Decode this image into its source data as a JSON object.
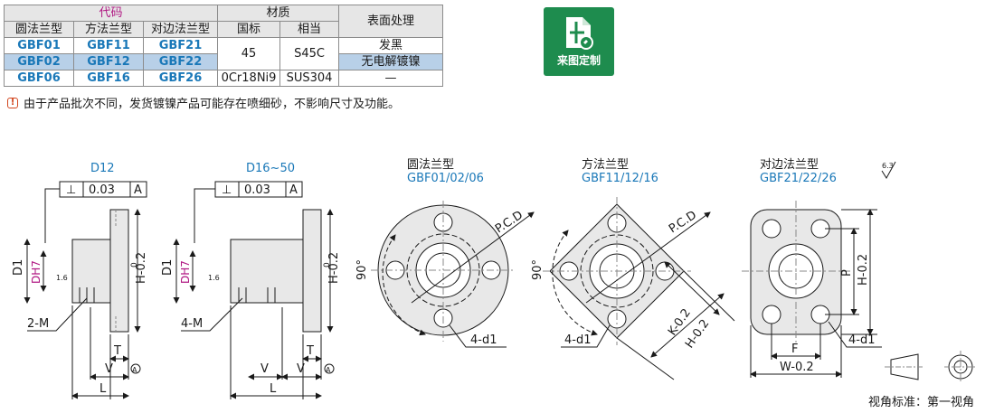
{
  "table": {
    "header_code": "代码",
    "header_material": "材质",
    "header_surface": "表面处理",
    "sub_round": "圆法兰型",
    "sub_square": "方法兰型",
    "sub_opposite": "对边法兰型",
    "sub_gb": "国标",
    "sub_equiv": "相当",
    "rows": [
      {
        "c1": "GBF01",
        "c2": "GBF11",
        "c3": "GBF21",
        "surface": "发黑"
      },
      {
        "c1": "GBF02",
        "c2": "GBF12",
        "c3": "GBF22",
        "surface": "无电解镀镍"
      },
      {
        "c1": "GBF06",
        "c2": "GBF16",
        "c3": "GBF26",
        "gb": "0Cr18Ni9",
        "equiv": "SUS304",
        "surface": "—"
      }
    ],
    "merged_gb": "45",
    "merged_equiv": "S45C"
  },
  "note": "由于产品批次不同，发货镀镍产品可能存在喷细砂，不影响尺寸及功能。",
  "badge": {
    "label": "来图定制",
    "icon": "custom-drawing-icon"
  },
  "drawing": {
    "d12_title": "D12",
    "d16_title": "D16~50",
    "tol_symbol": "⊥",
    "tol_value": "0.03",
    "tol_datum": "A",
    "round_title": "圆法兰型",
    "round_codes": "GBF01/02/06",
    "square_title": "方法兰型",
    "square_codes": "GBF11/12/16",
    "opp_title": "对边法兰型",
    "opp_codes": "GBF21/22/26",
    "roughness_main": "6.3",
    "roughness_bore": "1.6",
    "label_D1": "D1",
    "label_DH7": "DH7",
    "label_H": "H-0.2",
    "label_H0": "0",
    "label_2M": "2-M",
    "label_4M": "4-M",
    "label_T": "T",
    "label_V": "V",
    "label_L": "L",
    "label_A": "A",
    "label_90": "90°",
    "label_PCD": "P.C.D",
    "label_4d1": "4-d1",
    "label_K": "K-0.2",
    "label_P": "P",
    "label_F": "F",
    "label_W": "W-0.2",
    "projection": "视角标准：第一视角"
  }
}
